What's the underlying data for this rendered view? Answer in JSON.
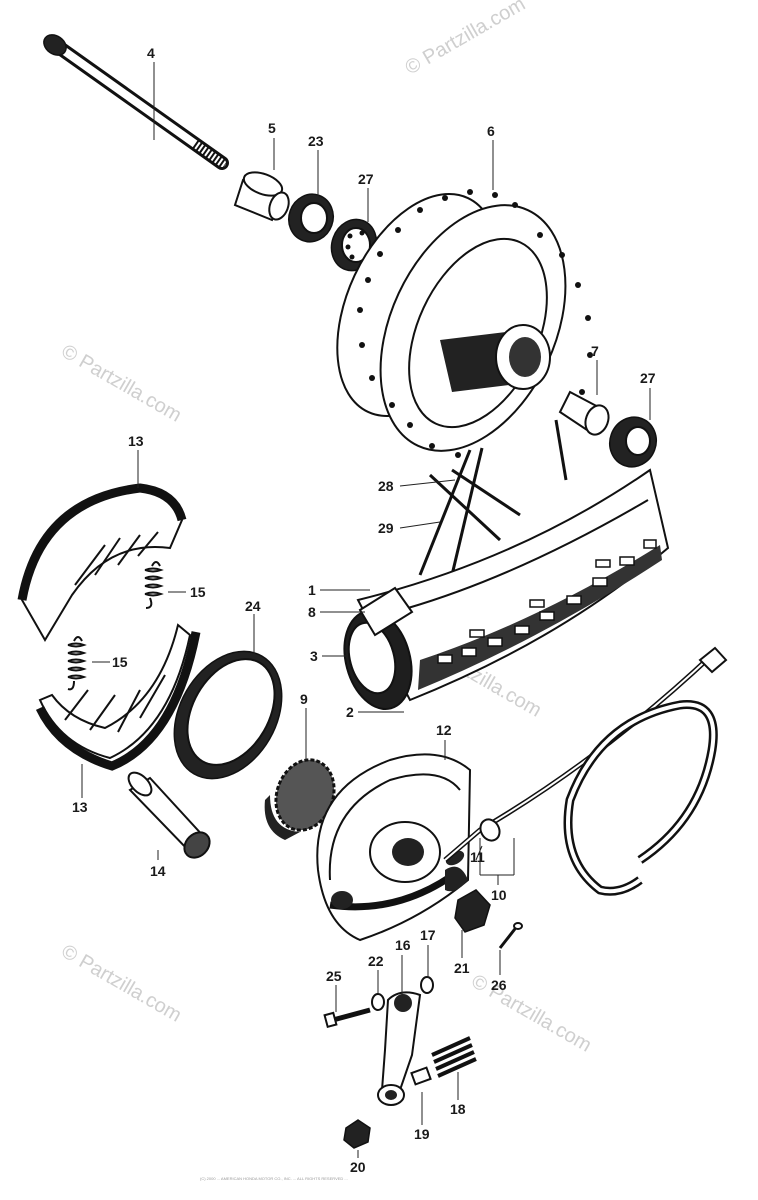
{
  "watermarks": [
    "© Partzilla.com",
    "© Partzilla.com",
    "© Partzilla.com",
    "© Partzilla.com",
    "© Partzilla.com"
  ],
  "callouts": {
    "n1": "1",
    "n2": "2",
    "n3": "3",
    "n4": "4",
    "n5": "5",
    "n6": "6",
    "n7": "7",
    "n8": "8",
    "n9": "9",
    "n10": "10",
    "n11": "11",
    "n12": "12",
    "n13a": "13",
    "n13b": "13",
    "n14": "14",
    "n15a": "15",
    "n15b": "15",
    "n16": "16",
    "n17": "17",
    "n18": "18",
    "n19": "19",
    "n20": "20",
    "n21": "21",
    "n22": "22",
    "n23": "23",
    "n24": "24",
    "n25": "25",
    "n26": "26",
    "n27a": "27",
    "n27b": "27",
    "n28": "28",
    "n29": "29"
  },
  "copyright": "(C) 2000 ... AMERICAN HONDA MOTOR CO., INC. ... ALL RIGHTS RESERVED ..."
}
